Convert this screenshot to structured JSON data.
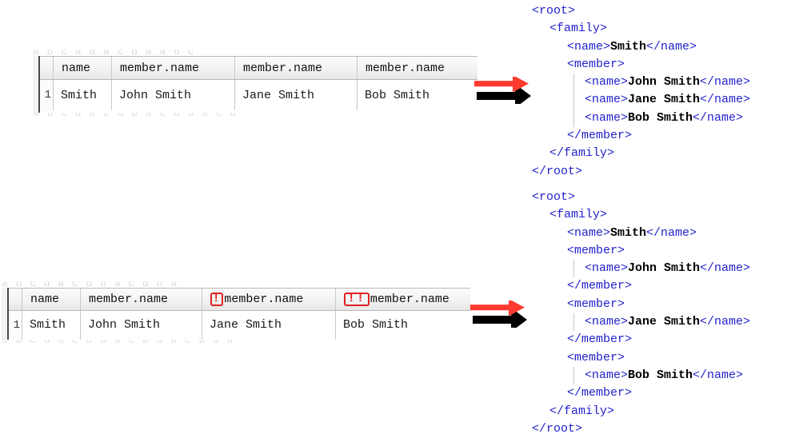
{
  "tables": [
    {
      "id": "grid-top",
      "ghost_top": "a  b c   a  d   a c d   a    a  d c",
      "ghost_bottom": "a b  c  d  a  c d  b a  c   b d  a  c  b",
      "headers": [
        {
          "marker": "",
          "label": "name"
        },
        {
          "marker": "",
          "label": "member.name"
        },
        {
          "marker": "",
          "label": "member.name"
        },
        {
          "marker": "",
          "label": "member.name"
        }
      ],
      "rows": [
        {
          "num": "1",
          "cells": [
            "Smith",
            "John Smith",
            "Jane Smith",
            "Bob Smith"
          ]
        }
      ]
    },
    {
      "id": "grid-bottom",
      "ghost_top": "a  b  c  d    a  c  d   b  a   c  d    b  a",
      "ghost_bottom": "a b c  d a c  d b a c  b d a  c b  d a",
      "headers": [
        {
          "marker": "",
          "label": "name"
        },
        {
          "marker": "",
          "label": "member.name"
        },
        {
          "marker": "!",
          "label": "member.name"
        },
        {
          "marker": "!!",
          "label": "member.name"
        }
      ],
      "rows": [
        {
          "num": "1",
          "cells": [
            "Smith",
            "John Smith",
            "Jane Smith",
            "Bob Smith"
          ]
        }
      ]
    }
  ],
  "arrows": [
    {
      "name": "arrow-top",
      "direction": "right",
      "color": "#ff3b30",
      "shadow": "#000000"
    },
    {
      "name": "arrow-bottom",
      "direction": "right",
      "color": "#ff3b30",
      "shadow": "#000000"
    }
  ],
  "xml_blocks": [
    {
      "id": "xml-top",
      "lines": [
        {
          "indent": 0,
          "tag_open": "<root>",
          "value": "",
          "tag_close": "",
          "guide": false
        },
        {
          "indent": 1,
          "tag_open": "<family>",
          "value": "",
          "tag_close": "",
          "guide": false
        },
        {
          "indent": 2,
          "tag_open": "<name>",
          "value": "Smith",
          "tag_close": "</name>",
          "guide": false
        },
        {
          "indent": 2,
          "tag_open": "<member>",
          "value": "",
          "tag_close": "",
          "guide": false
        },
        {
          "indent": 3,
          "tag_open": "<name>",
          "value": "John Smith",
          "tag_close": "</name>",
          "guide": true
        },
        {
          "indent": 3,
          "tag_open": "<name>",
          "value": "Jane Smith",
          "tag_close": "</name>",
          "guide": true
        },
        {
          "indent": 3,
          "tag_open": "<name>",
          "value": "Bob Smith",
          "tag_close": "</name>",
          "guide": true
        },
        {
          "indent": 2,
          "tag_open": "</member>",
          "value": "",
          "tag_close": "",
          "guide": false
        },
        {
          "indent": 1,
          "tag_open": "</family>",
          "value": "",
          "tag_close": "",
          "guide": false
        },
        {
          "indent": 0,
          "tag_open": "</root>",
          "value": "",
          "tag_close": "",
          "guide": false
        }
      ]
    },
    {
      "id": "xml-bottom",
      "lines": [
        {
          "indent": 0,
          "tag_open": "<root>",
          "value": "",
          "tag_close": "",
          "guide": false
        },
        {
          "indent": 1,
          "tag_open": "<family>",
          "value": "",
          "tag_close": "",
          "guide": false
        },
        {
          "indent": 2,
          "tag_open": "<name>",
          "value": "Smith",
          "tag_close": "</name>",
          "guide": false
        },
        {
          "indent": 2,
          "tag_open": "<member>",
          "value": "",
          "tag_close": "",
          "guide": false
        },
        {
          "indent": 3,
          "tag_open": "<name>",
          "value": "John Smith",
          "tag_close": "</name>",
          "guide": true
        },
        {
          "indent": 2,
          "tag_open": "</member>",
          "value": "",
          "tag_close": "",
          "guide": false
        },
        {
          "indent": 2,
          "tag_open": "<member>",
          "value": "",
          "tag_close": "",
          "guide": false
        },
        {
          "indent": 3,
          "tag_open": "<name>",
          "value": "Jane Smith",
          "tag_close": "</name>",
          "guide": true
        },
        {
          "indent": 2,
          "tag_open": "</member>",
          "value": "",
          "tag_close": "",
          "guide": false
        },
        {
          "indent": 2,
          "tag_open": "<member>",
          "value": "",
          "tag_close": "",
          "guide": false
        },
        {
          "indent": 3,
          "tag_open": "<name>",
          "value": "Bob Smith",
          "tag_close": "</name>",
          "guide": true
        },
        {
          "indent": 2,
          "tag_open": "</member>",
          "value": "",
          "tag_close": "",
          "guide": false
        },
        {
          "indent": 1,
          "tag_open": "</family>",
          "value": "",
          "tag_close": "",
          "guide": false
        },
        {
          "indent": 0,
          "tag_open": "</root>",
          "value": "",
          "tag_close": "",
          "guide": false
        }
      ]
    }
  ],
  "colors": {
    "xml_tag": "#2222cc",
    "xml_value": "#000000",
    "marker_red": "#e02020",
    "arrow_red": "#ff3b30",
    "header_bg": "#f1f1f1",
    "grid_border": "#c8c8c8"
  }
}
